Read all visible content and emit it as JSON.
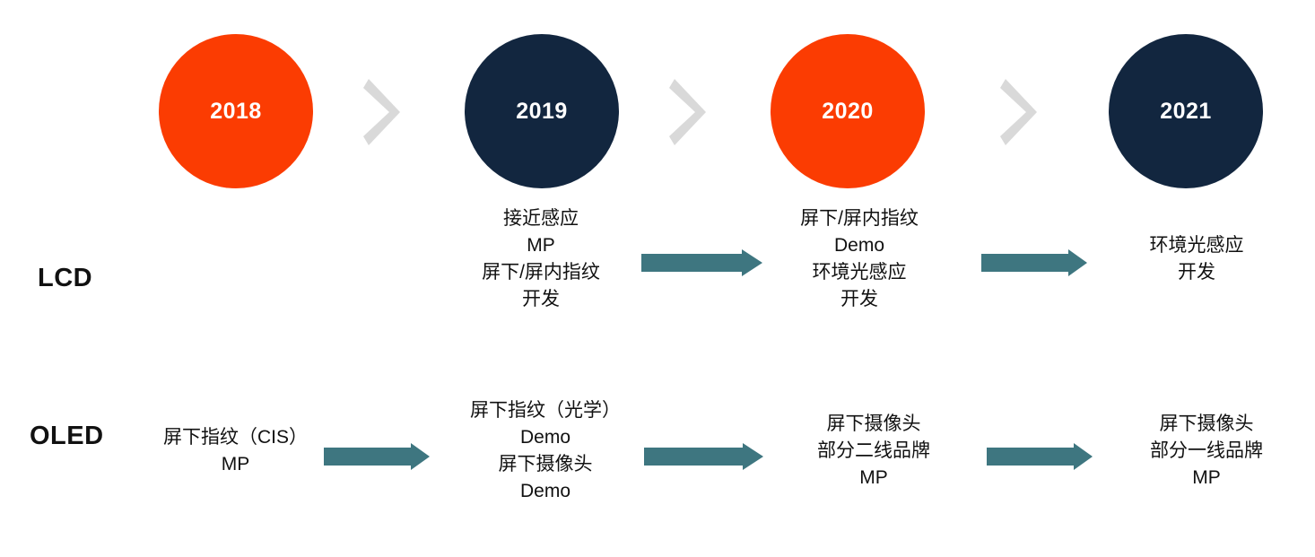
{
  "colors": {
    "orange": "#FB3C02",
    "navy": "#12263F",
    "teal": "#3E7680",
    "chevron_gray": "#D9D9D9",
    "text": "#111111",
    "background": "#FFFFFF"
  },
  "timeline": {
    "milestones": [
      {
        "year": "2018",
        "color": "orange"
      },
      {
        "year": "2019",
        "color": "navy"
      },
      {
        "year": "2020",
        "color": "orange"
      },
      {
        "year": "2021",
        "color": "navy"
      }
    ],
    "separator_icon": "chevron-right-icon",
    "separator_count": 3
  },
  "rows": [
    {
      "label": "LCD",
      "cells": [
        {
          "year": "2018",
          "lines": []
        },
        {
          "year": "2019",
          "lines": [
            "接近感应",
            "MP",
            "屏下/屏内指纹",
            "开发"
          ]
        },
        {
          "year": "2020",
          "lines": [
            "屏下/屏内指纹",
            "Demo",
            "环境光感应",
            "开发"
          ]
        },
        {
          "year": "2021",
          "lines": [
            "环境光感应",
            "开发"
          ]
        }
      ],
      "arrows": 2
    },
    {
      "label": "OLED",
      "cells": [
        {
          "year": "2018",
          "lines": [
            "屏下指纹（CIS）",
            "MP"
          ]
        },
        {
          "year": "2019",
          "lines": [
            "屏下指纹（光学）",
            "Demo",
            "屏下摄像头",
            "Demo"
          ]
        },
        {
          "year": "2020",
          "lines": [
            "屏下摄像头",
            "部分二线品牌",
            "MP"
          ]
        },
        {
          "year": "2021",
          "lines": [
            "屏下摄像头",
            "部分一线品牌",
            "MP"
          ]
        }
      ],
      "arrows": 3
    }
  ]
}
